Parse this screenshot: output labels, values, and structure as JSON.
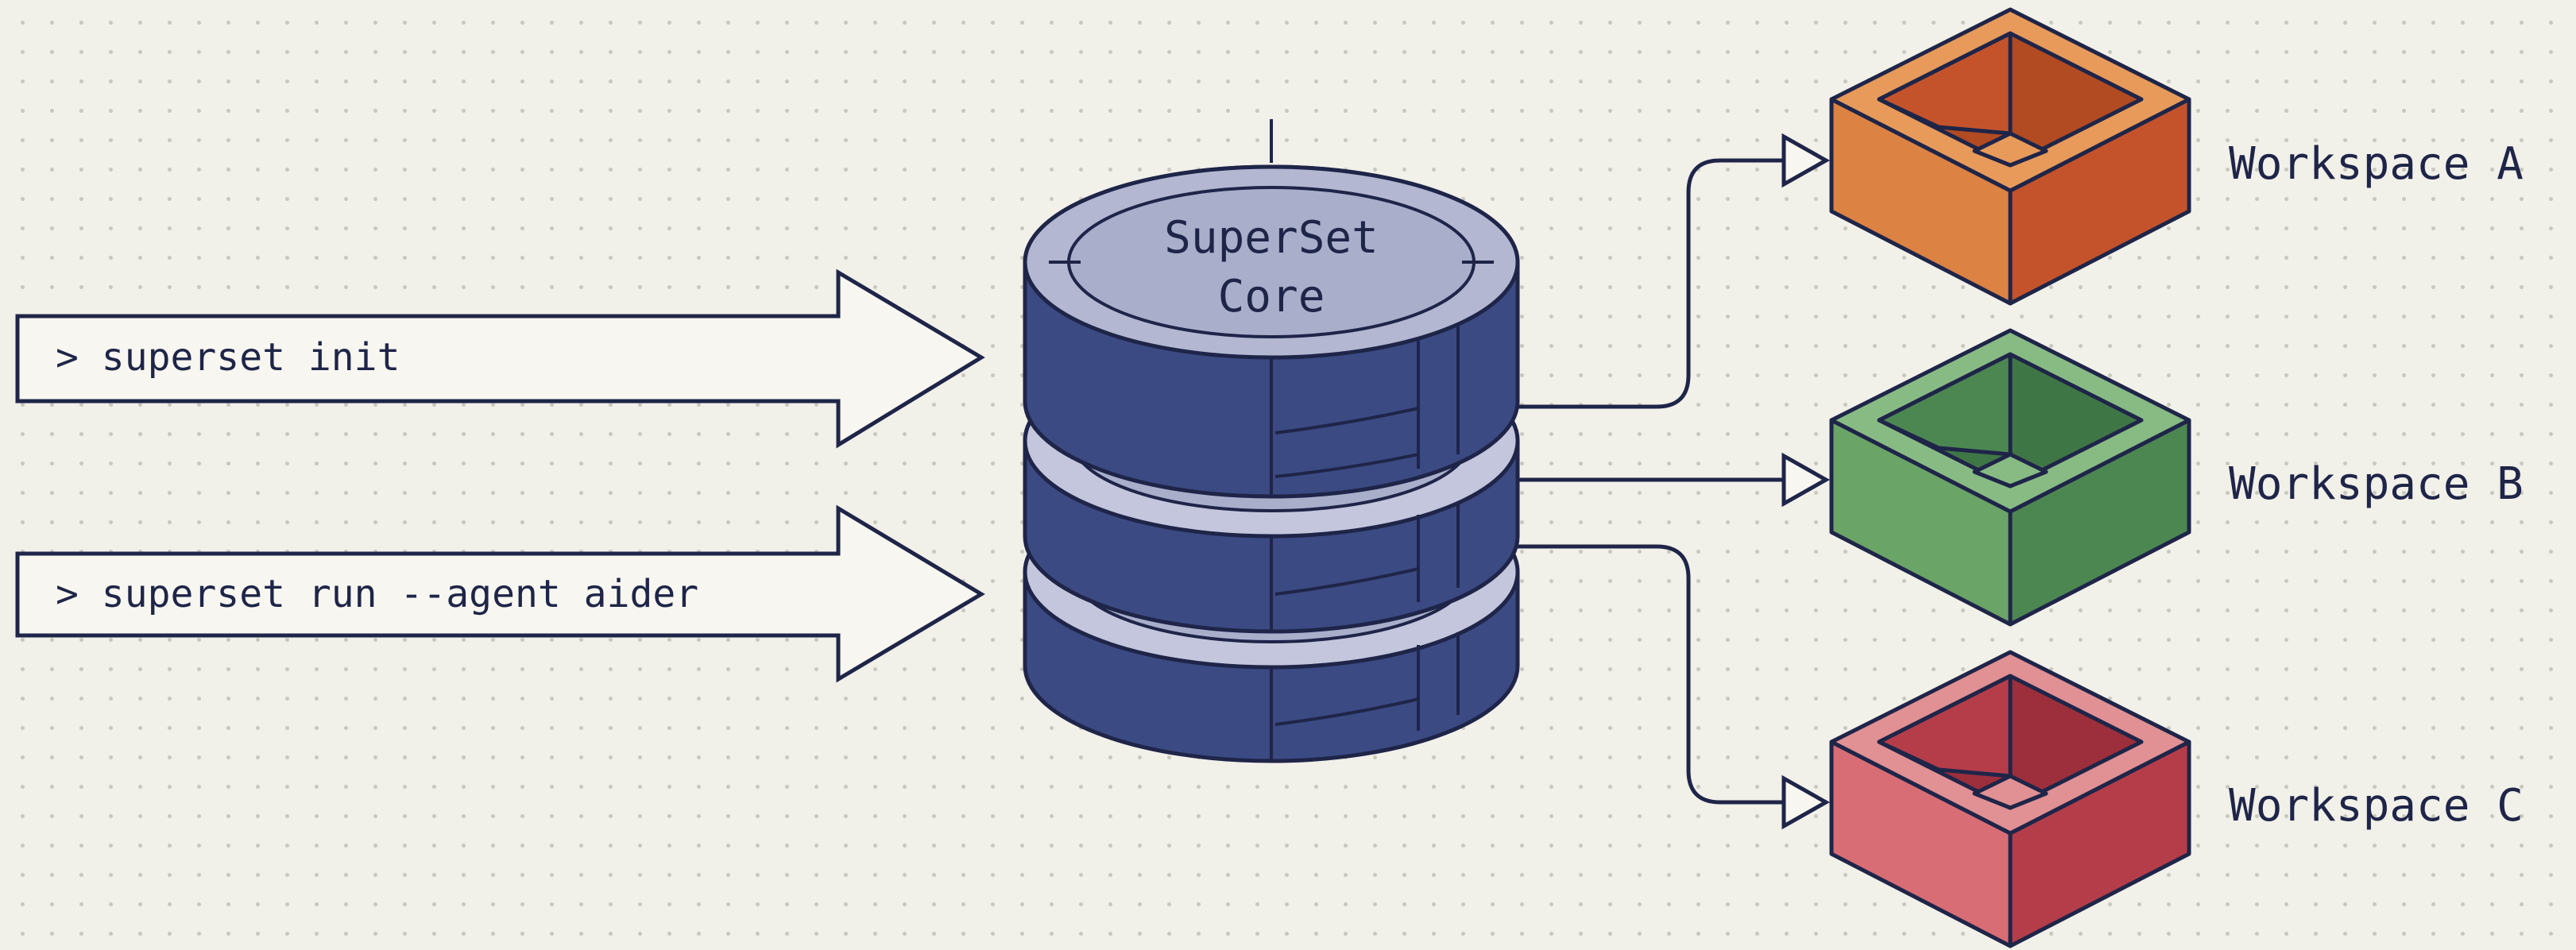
{
  "commands": [
    {
      "text": "> superset init"
    },
    {
      "text": "> superset run --agent aider"
    }
  ],
  "core": {
    "line1": "SuperSet",
    "line2": "Core"
  },
  "workspaces": [
    {
      "label": "Workspace A",
      "color_top": "#e79a5a",
      "color_left": "#dc8243",
      "color_right": "#c4532c",
      "color_inner": "#b24a22"
    },
    {
      "label": "Workspace B",
      "color_top": "#88bb84",
      "color_left": "#6aa467",
      "color_right": "#4c8752",
      "color_inner": "#3f7646"
    },
    {
      "label": "Workspace C",
      "color_top": "#e19094",
      "color_left": "#d86d75",
      "color_right": "#b53d4a",
      "color_inner": "#9c2f3b"
    }
  ],
  "colors": {
    "ink": "#1f2548",
    "drum_side": "#3b4a83",
    "drum_top": "#a9aecb",
    "drum_ring": "#c3c6dc"
  }
}
